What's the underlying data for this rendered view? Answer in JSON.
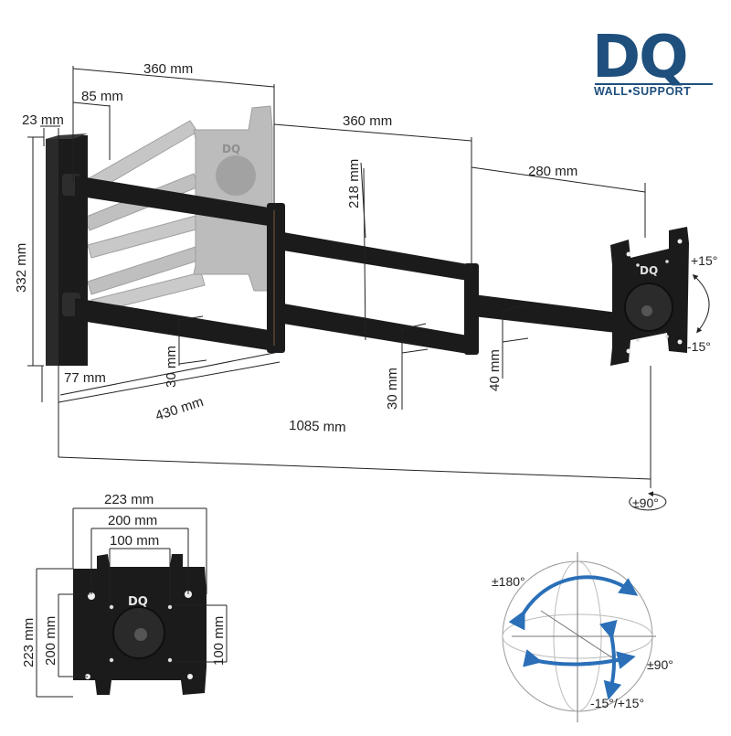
{
  "brand": {
    "logo_letters": "DQ",
    "tagline": "WALL•SUPPORT",
    "plate_logo": "DQ",
    "primary_color": "#1e4f7d",
    "arm_color": "#1b1b1b",
    "ghost_color": "#b9b9b9",
    "arrow_color": "#2a6fb8"
  },
  "arm_dimensions": {
    "ghost_extension": "360 mm",
    "ghost_offset": "85 mm",
    "plate_thickness": "23 mm",
    "wall_plate_height": "332 mm",
    "inner_arm_spacing": "218 mm",
    "middle_arm_length": "360 mm",
    "outer_arm_length": "280 mm",
    "wall_plate_depth": "77 mm",
    "inner_arm_length": "430 mm",
    "inner_tube_width": "30 mm",
    "middle_tube_width": "30 mm",
    "outer_tube_width": "40 mm",
    "total_extension": "1085 mm"
  },
  "tilt": {
    "up": "+15°",
    "down": "-15°"
  },
  "swivel": "±90°",
  "vesa": {
    "outer_width": "223 mm",
    "mid_width": "200 mm",
    "inner_width": "100 mm",
    "outer_height": "223 mm",
    "mid_height": "200 mm",
    "inner_height": "100 mm"
  },
  "rotation": {
    "rotate": "±180°",
    "swivel": "±90°",
    "tilt": "-15°/+15°"
  }
}
